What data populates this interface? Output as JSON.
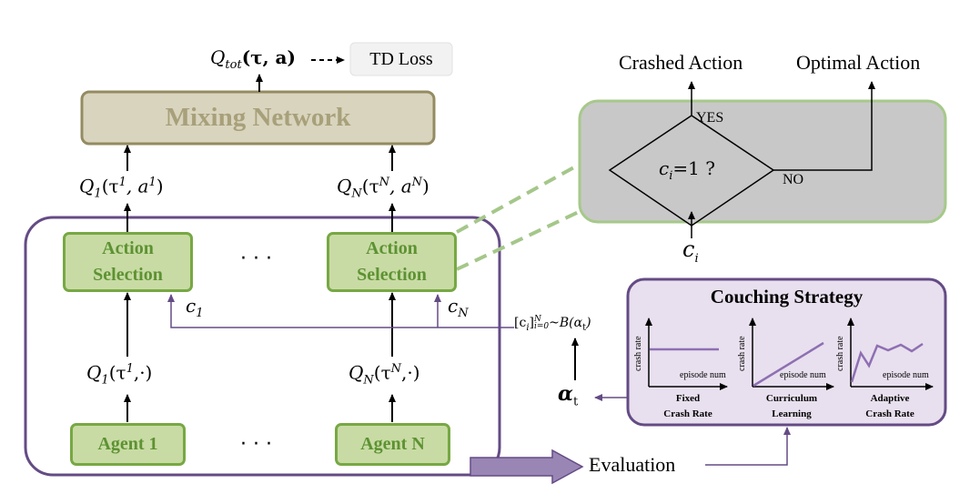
{
  "top": {
    "q_tot_main": "Q",
    "q_tot_sub": "tot",
    "q_tot_args": "(τ, a)",
    "td_loss": "TD Loss"
  },
  "mixing_network": "Mixing Network",
  "q_outputs": {
    "left_main": "Q",
    "left_sub": "1",
    "left_tau": "(τ",
    "left_sup1": "1",
    "left_mid": ", a",
    "left_sup2": "1",
    "left_close": ")",
    "right_main": "Q",
    "right_sub": "N",
    "right_tau": "(τ",
    "right_sup1": "N",
    "right_mid": ", a",
    "right_sup2": "N",
    "right_close": ")"
  },
  "action_selection": {
    "left_line1": "Action",
    "left_line2": "Selection",
    "right_line1": "Action",
    "right_line2": "Selection",
    "dots": "· · ·"
  },
  "c_labels": {
    "c1_main": "c",
    "c1_sub": "1",
    "cN_main": "c",
    "cN_sub": "N",
    "sample_expr_a": "[c",
    "sample_expr_b": "i",
    "sample_expr_c": "]",
    "sample_expr_sub": "i=0",
    "sample_expr_sup": "N",
    "sample_expr_d": "~B(α",
    "sample_expr_e": "t",
    "sample_expr_f": ")"
  },
  "q_inputs": {
    "left_main": "Q",
    "left_sub": "1",
    "left_tau": "(τ",
    "left_sup": "1",
    "left_close": ",·)",
    "right_main": "Q",
    "right_sub": "N",
    "right_tau": "(τ",
    "right_sup": "N",
    "right_close": ",·)"
  },
  "agents": {
    "left": "Agent 1",
    "right": "Agent N",
    "dots": "· · ·"
  },
  "decision": {
    "crashed_action": "Crashed Action",
    "optimal_action": "Optimal Action",
    "yes": "YES",
    "no": "NO",
    "condition_main": "c",
    "condition_sub": "i",
    "condition_rest": "=1 ?",
    "input_main": "c",
    "input_sub": "i"
  },
  "coaching": {
    "title": "Couching Strategy",
    "alpha_main": "α",
    "alpha_sub": "t",
    "ylabel": "crash rate",
    "xlabel": "episode num",
    "captions": [
      {
        "line1": "Fixed",
        "line2": "Crash Rate"
      },
      {
        "line1": "Curriculum",
        "line2": "Learning"
      },
      {
        "line1": "Adaptive",
        "line2": "Crash Rate"
      }
    ]
  },
  "evaluation": "Evaluation",
  "colors": {
    "green_fill": "#c8dba4",
    "green_border": "#77a843",
    "green_text": "#5d9232",
    "mixing_fill": "#d9d4be",
    "mixing_border": "#948b62",
    "mixing_text": "#a8a07a",
    "purple": "#644b85",
    "purple_fill": "#e8e0ee",
    "gray_panel": "#c8c8c8",
    "gray_border": "#a6c98a",
    "dashed_green": "#a5c78a",
    "arrow_purple": "#9a86b5"
  }
}
